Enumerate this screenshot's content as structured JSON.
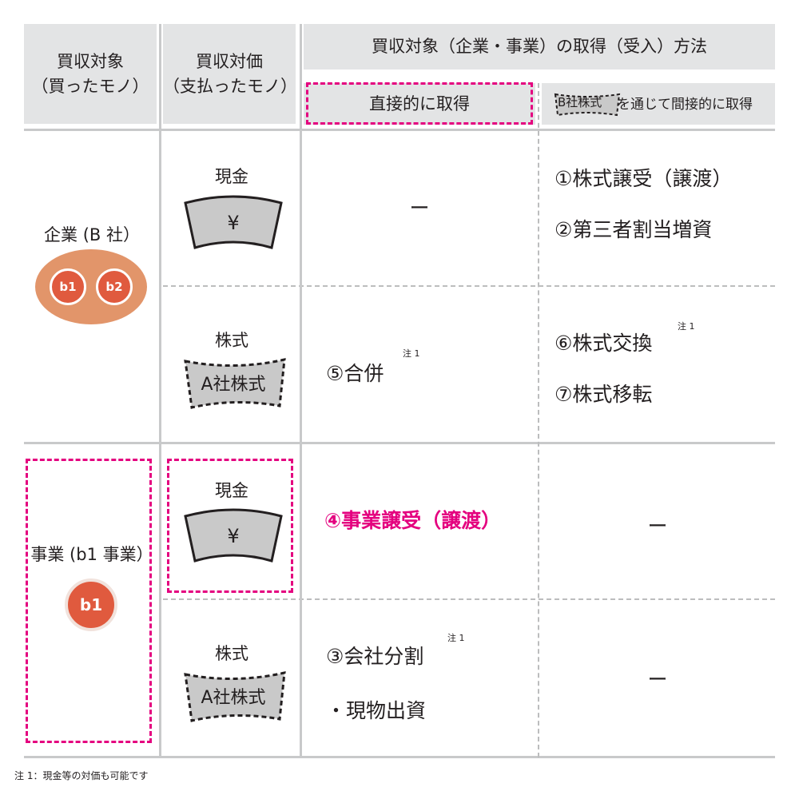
{
  "header": {
    "col1_line1": "買収対象",
    "col1_line2": "（買ったモノ）",
    "col2_line1": "買収対価",
    "col2_line2": "（支払ったモノ）",
    "method_title": "買収対象（企業・事業）の取得（受入）方法",
    "direct_label": "直接的に取得",
    "indirect_badge": "B社株式",
    "indirect_label": "を通じて間接的に取得"
  },
  "rows": {
    "company": {
      "label": "企業 (B 社）",
      "circle_a": "b1",
      "circle_b": "b2",
      "cash_label": "現金",
      "cash_symbol": "¥",
      "stock_label": "株式",
      "stock_card": "A社株式",
      "cash_direct": "ー",
      "cash_indirect_1": "①株式譲受（譲渡）",
      "cash_indirect_2": "②第三者割当増資",
      "stock_direct": "⑤合併",
      "stock_direct_note": "注 1",
      "stock_indirect_1": "⑥株式交換",
      "stock_indirect_1_note": "注 1",
      "stock_indirect_2": "⑦株式移転"
    },
    "business": {
      "label": "事業 (b1 事業）",
      "circle": "b1",
      "cash_label": "現金",
      "cash_symbol": "¥",
      "stock_label": "株式",
      "stock_card": "A社株式",
      "cash_direct": "④事業譲受（譲渡）",
      "cash_indirect": "ー",
      "stock_direct_1": "③会社分割",
      "stock_direct_1_note": "注 1",
      "stock_direct_2": "・現物出資",
      "stock_indirect": "ー"
    }
  },
  "footnote": "注 1：現金等の対価も可能です",
  "colors": {
    "accent_pink": "#e4007f",
    "header_gray": "#e3e4e5",
    "ellipse_orange": "#e2956a",
    "circle_red": "#e05a3e",
    "card_gray": "#c9c9c9"
  }
}
